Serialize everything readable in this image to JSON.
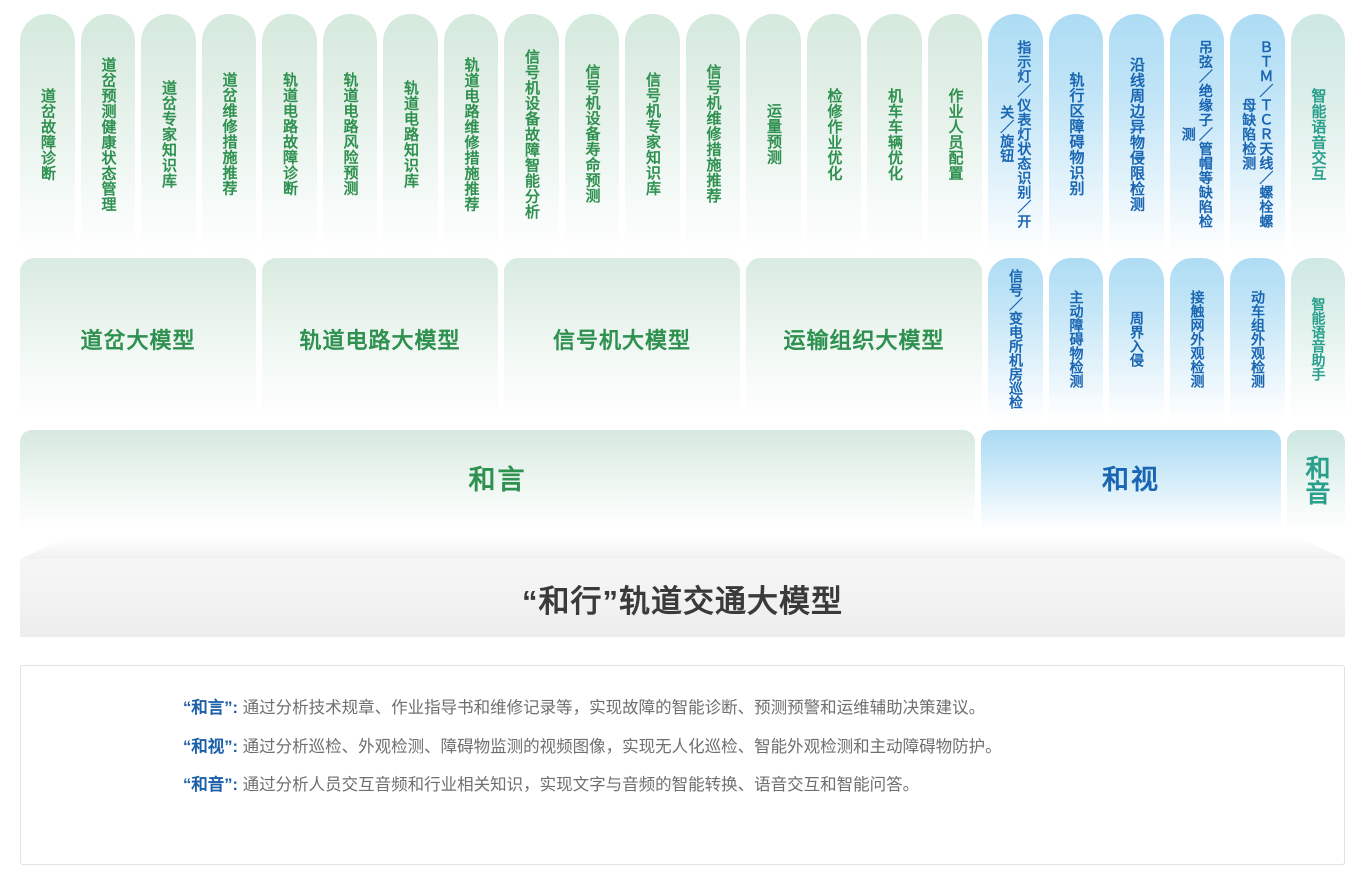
{
  "row1": {
    "items": [
      {
        "label": "道岔故障诊断",
        "tone": "green"
      },
      {
        "label": "道岔预测健康状态管理",
        "tone": "green"
      },
      {
        "label": "道岔专家知识库",
        "tone": "green"
      },
      {
        "label": "道岔维修措施推荐",
        "tone": "green"
      },
      {
        "label": "轨道电路故障诊断",
        "tone": "green"
      },
      {
        "label": "轨道电路风险预测",
        "tone": "green"
      },
      {
        "label": "轨道电路知识库",
        "tone": "green"
      },
      {
        "label": "轨道电路维修措施推荐",
        "tone": "green"
      },
      {
        "label": "信号机设备故障智能分析",
        "tone": "green"
      },
      {
        "label": "信号机设备寿命预测",
        "tone": "green"
      },
      {
        "label": "信号机专家知识库",
        "tone": "green"
      },
      {
        "label": "信号机维修措施推荐",
        "tone": "green"
      },
      {
        "label": "运量预测",
        "tone": "green"
      },
      {
        "label": "检修作业优化",
        "tone": "green"
      },
      {
        "label": "机车车辆优化",
        "tone": "green"
      },
      {
        "label": "作业人员配置",
        "tone": "green"
      },
      {
        "label": "指示灯／仪表灯状态识别／开关／旋钮",
        "tone": "blue",
        "wrap": true
      },
      {
        "label": "轨行区障碍物识别",
        "tone": "blue"
      },
      {
        "label": "沿线周边异物侵限检测",
        "tone": "blue"
      },
      {
        "label": "吊弦／绝缘子／管帽等缺陷检测",
        "tone": "blue",
        "wrap": true
      },
      {
        "label": "ＢＴＭ／ＴＣＲ天线／螺栓螺母缺陷检测",
        "tone": "blue",
        "wrap": true
      },
      {
        "label": "智能语音交互",
        "tone": "teal"
      }
    ]
  },
  "row2": {
    "big": [
      {
        "label": "道岔大模型"
      },
      {
        "label": "轨道电路大模型"
      },
      {
        "label": "信号机大模型"
      },
      {
        "label": "运输组织大模型"
      }
    ],
    "narrow": [
      {
        "label": "信号／变电所机房巡检",
        "tone": "blue",
        "wrap": true
      },
      {
        "label": "主动障碍物检测",
        "tone": "blue"
      },
      {
        "label": "周界入侵",
        "tone": "blue"
      },
      {
        "label": "接触网外观检测",
        "tone": "blue"
      },
      {
        "label": "动车组外观检测",
        "tone": "blue",
        "wrap": true
      },
      {
        "label": "智能语音助手",
        "tone": "teal",
        "wrap": true
      }
    ]
  },
  "row3": {
    "bands": [
      {
        "label": "和言",
        "tone": "green"
      },
      {
        "label": "和视",
        "tone": "blue"
      },
      {
        "label": "和音",
        "tone": "teal"
      }
    ]
  },
  "base": {
    "title": "“和行”轨道交通大模型"
  },
  "legend": {
    "lines": [
      {
        "key": "“和言”:",
        "text": "通过分析技术规章、作业指导书和维修记录等，实现故障的智能诊断、预测预警和运维辅助决策建议。"
      },
      {
        "key": "“和视”:",
        "text": "通过分析巡检、外观检测、障碍物监测的视频图像，实现无人化巡检、智能外观检测和主动障碍物防护。"
      },
      {
        "key": "“和音”:",
        "text": "通过分析人员交互音频和行业相关知识，实现文字与音频的智能转换、语音交互和智能问答。"
      }
    ]
  },
  "colors": {
    "green": "#2f9150",
    "blue": "#1a66b3",
    "teal": "#2aa08c",
    "base_title": "#3a3a3a",
    "legend_key": "#1a5fa8",
    "legend_text": "#6f6f6f"
  }
}
